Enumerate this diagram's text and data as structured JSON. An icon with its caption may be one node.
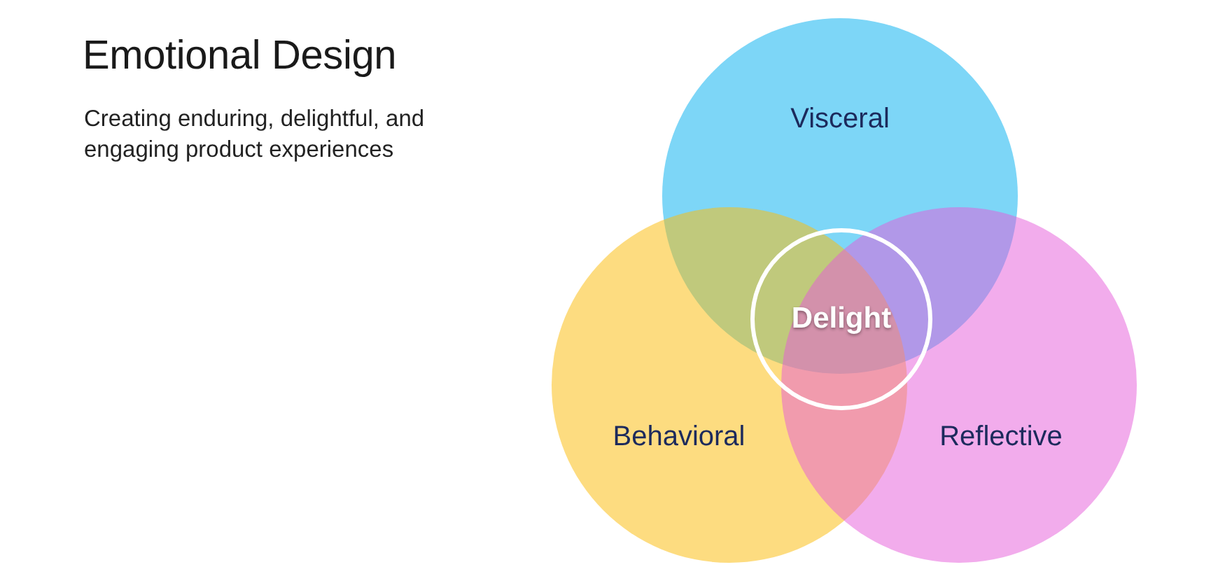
{
  "diagram": {
    "title": "Emotional Design",
    "nodes": [
      {
        "text": [
          "Visceral"
        ]
      },
      {
        "text": [
          "Behavioral"
        ]
      },
      {
        "text": [
          "Reflective"
        ]
      },
      {
        "text": [
          "Delight"
        ]
      }
    ],
    "labels": [
      "Creating enduring, delightful, and engaging product experiences"
    ]
  }
}
